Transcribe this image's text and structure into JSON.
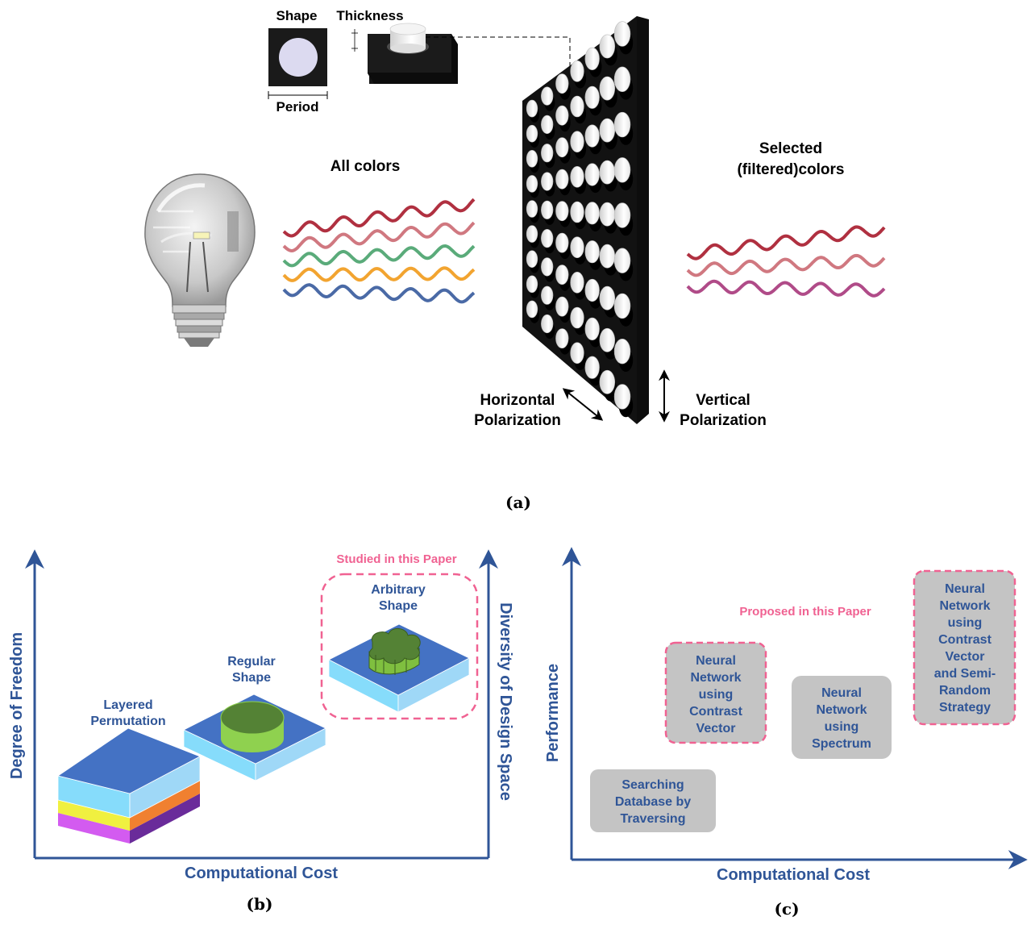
{
  "panel_a": {
    "shape_label": "Shape",
    "thickness_label": "Thickness",
    "period_label": "Period",
    "all_colors_label": "All colors",
    "selected_line1": "Selected",
    "selected_line2": "(filtered)colors",
    "horizontal_line1": "Horizontal",
    "horizontal_line2": "Polarization",
    "vertical_line1": "Vertical",
    "vertical_line2": "Polarization",
    "caption": "(a)",
    "wave_colors_in": [
      "#b03040",
      "#d07880",
      "#5aab7a",
      "#f2a430",
      "#4a6aa6"
    ],
    "wave_colors_out": [
      "#b03040",
      "#d07880",
      "#b04b88"
    ]
  },
  "panel_b": {
    "y_axis_label": "Degree of Freedom",
    "x_axis_label": "Computational Cost",
    "right_axis_label": "Diversity of Design Space",
    "studied_label": "Studied in this Paper",
    "layered_line1": "Layered",
    "layered_line2": "Permutation",
    "regular_line1": "Regular",
    "regular_line2": "Shape",
    "arbitrary_line1": "Arbitrary",
    "arbitrary_line2": "Shape",
    "caption": "(b)",
    "accent_blue": "#2f5597",
    "highlight_pink": "#f06292"
  },
  "panel_c": {
    "y_axis_label": "Performance",
    "x_axis_label": "Computational Cost",
    "proposed_label": "Proposed in this Paper",
    "box_search": [
      "Searching",
      "Database by",
      "Traversing"
    ],
    "box_contrast": [
      "Neural",
      "Network",
      "using",
      "Contrast",
      "Vector"
    ],
    "box_spectrum": [
      "Neural",
      "Network",
      "using",
      "Spectrum"
    ],
    "box_semirandom": [
      "Neural",
      "Network",
      "using",
      "Contrast",
      "Vector",
      "and Semi-",
      "Random",
      "Strategy"
    ],
    "caption": "(c)",
    "box_fill": "#c4c4c4"
  }
}
